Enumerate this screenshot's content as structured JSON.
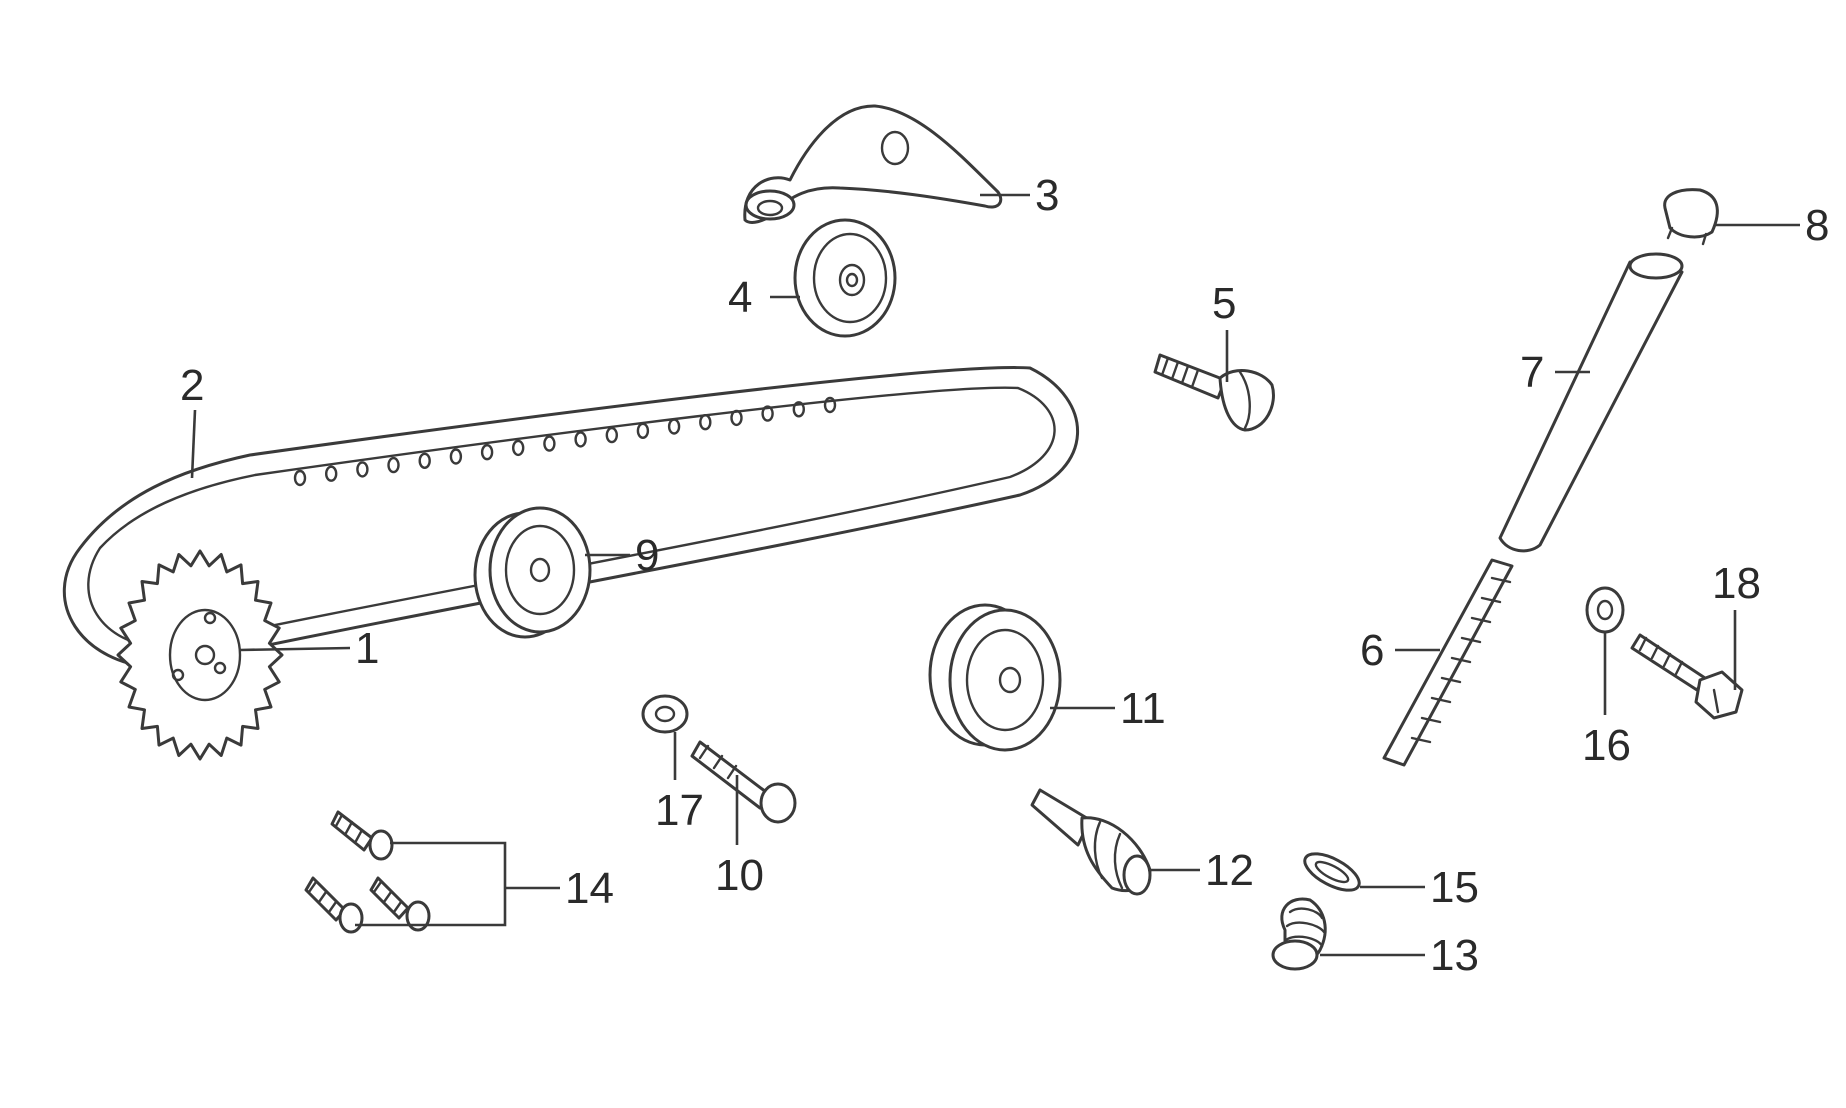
{
  "diagram": {
    "colors": {
      "line": "#3a3a3a",
      "text": "#2a2a2a",
      "background": "#ffffff"
    },
    "callouts": [
      {
        "id": "1",
        "label": "1"
      },
      {
        "id": "2",
        "label": "2"
      },
      {
        "id": "3",
        "label": "3"
      },
      {
        "id": "4",
        "label": "4"
      },
      {
        "id": "5",
        "label": "5"
      },
      {
        "id": "6",
        "label": "6"
      },
      {
        "id": "7",
        "label": "7"
      },
      {
        "id": "8",
        "label": "8"
      },
      {
        "id": "9",
        "label": "9"
      },
      {
        "id": "10",
        "label": "10"
      },
      {
        "id": "11",
        "label": "11"
      },
      {
        "id": "12",
        "label": "12"
      },
      {
        "id": "13",
        "label": "13"
      },
      {
        "id": "14",
        "label": "14"
      },
      {
        "id": "15",
        "label": "15"
      },
      {
        "id": "16",
        "label": "16"
      },
      {
        "id": "17",
        "label": "17"
      },
      {
        "id": "18",
        "label": "18"
      }
    ]
  }
}
